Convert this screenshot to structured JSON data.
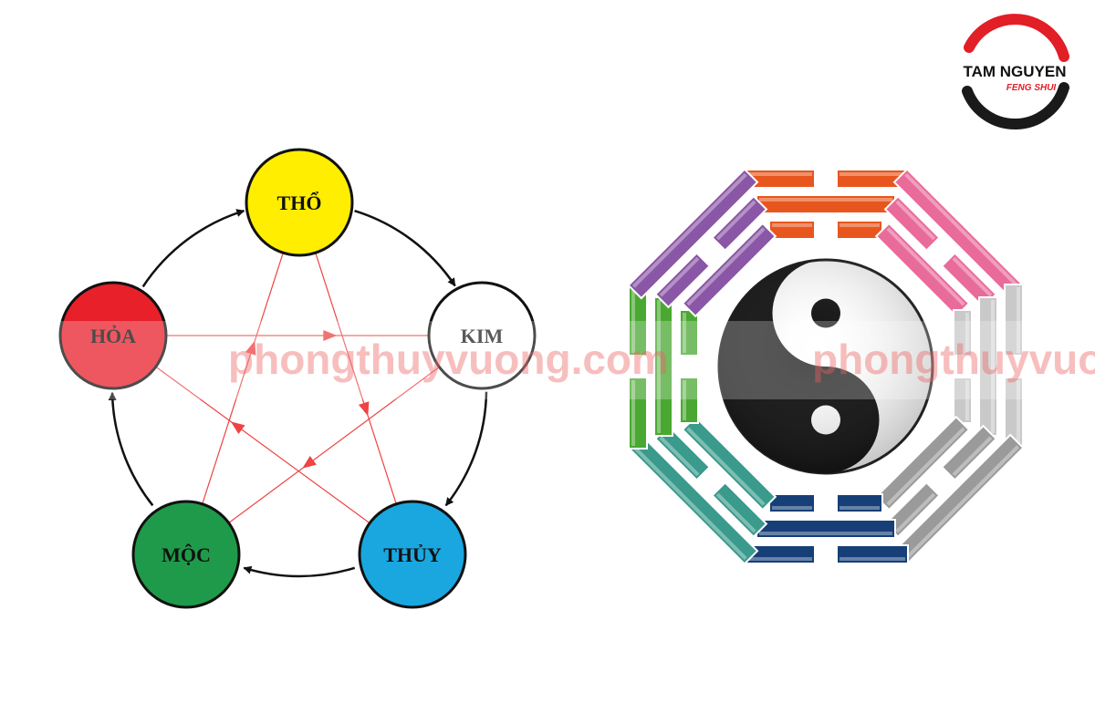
{
  "logo": {
    "line1": "TAM NGUYEN",
    "line2": "FENG SHUI"
  },
  "watermark": "phongthuyvuong.com",
  "wu_xing": {
    "elements": [
      {
        "id": "tho",
        "label": "THỔ",
        "color": "#ffee00"
      },
      {
        "id": "kim",
        "label": "KIM",
        "color": "#ffffff"
      },
      {
        "id": "thuy",
        "label": "THỦY",
        "color": "#1aa7e0"
      },
      {
        "id": "moc",
        "label": "MỘC",
        "color": "#1f9a4a"
      },
      {
        "id": "hoa",
        "label": "HỎA",
        "color": "#e8202a"
      }
    ],
    "cycle_color": "#111111",
    "star_color": "#ee4444"
  },
  "bagua": {
    "trigrams": [
      {
        "position": "top",
        "color": "#e8561e"
      },
      {
        "position": "top-right",
        "color": "#e86b9a"
      },
      {
        "position": "right",
        "color": "#c9c9c9"
      },
      {
        "position": "bottom-right",
        "color": "#9a9a9a"
      },
      {
        "position": "bottom",
        "color": "#163f78"
      },
      {
        "position": "bottom-left",
        "color": "#3a9a8c"
      },
      {
        "position": "left",
        "color": "#4aa832"
      },
      {
        "position": "top-left",
        "color": "#8a56a6"
      }
    ]
  }
}
